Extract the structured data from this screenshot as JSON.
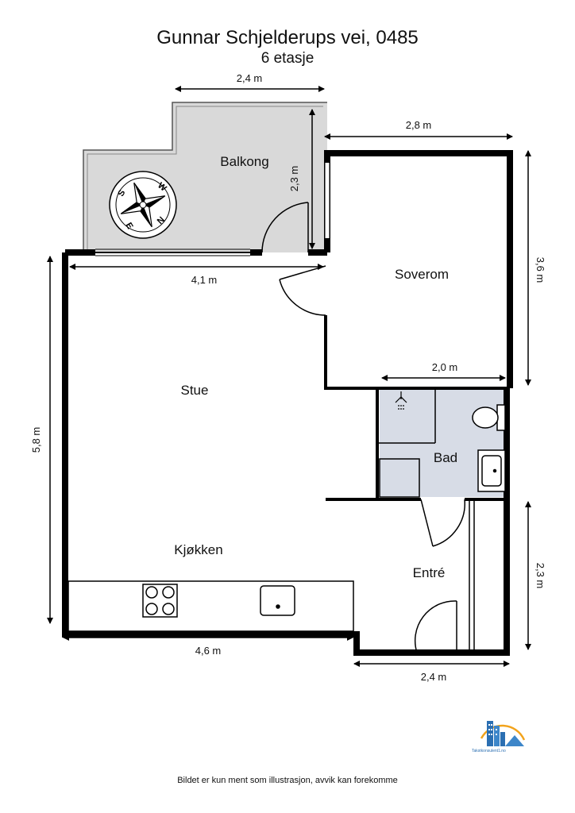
{
  "header": {
    "address": "Gunnar Schjelderups vei, 0485",
    "floor": "6 etasje"
  },
  "rooms": {
    "balkong": "Balkong",
    "soverom": "Soverom",
    "stue": "Stue",
    "bad": "Bad",
    "kjokken": "Kjøkken",
    "entre": "Entré"
  },
  "dimensions": {
    "balcony_width": "2,4 m",
    "balcony_depth": "2,3 m",
    "bedroom_width": "2,8 m",
    "bedroom_depth": "3,6 m",
    "living_width": "4,1 m",
    "living_depth": "5,8 m",
    "bath_width": "2,0 m",
    "kitchen_width": "4,6 m",
    "entry_depth": "2,3 m",
    "entry_width": "2,4 m"
  },
  "compass": {
    "n": "N",
    "s": "S",
    "e": "E",
    "w": "W"
  },
  "logo": {
    "text": "Takstkonsulent1.no",
    "color": "#2b6fb2"
  },
  "footer": {
    "disclaimer": "Bildet er kun ment som illustrasjon, avvik kan forekomme"
  },
  "colors": {
    "balcony_fill": "#d9d9d9",
    "bath_fill": "#d7dce6",
    "wall": "#000000"
  }
}
